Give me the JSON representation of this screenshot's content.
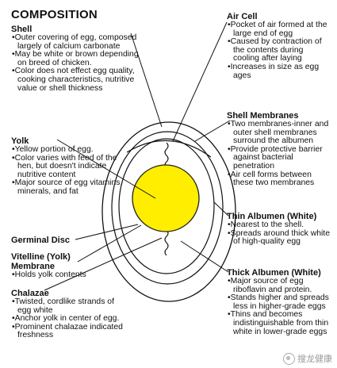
{
  "title": "COMPOSITION",
  "shell": {
    "heading": "Shell",
    "bullets": [
      "Outer covering of egg, composed largely of calcium carbonate",
      "May be white or brown depending on breed of chicken.",
      "Color does not effect egg quality, cooking characteristics, nutritive value or shell thickness"
    ]
  },
  "air_cell": {
    "heading": "Air Cell",
    "bullets": [
      "Pocket of air formed at the large end of egg",
      "Caused by contraction of the contents during cooling after laying",
      "Increases in size as egg ages"
    ]
  },
  "shell_membranes": {
    "heading": "Shell Membranes",
    "bullets": [
      "Two membranes-inner and outer shell membranes surround the albumen",
      "Provide protective barrier against bacterial penetration",
      "Air cell forms between these two membranes"
    ]
  },
  "yolk": {
    "heading": "Yolk",
    "bullets": [
      "Yellow portion of egg.",
      "Color varies with feed of the hen, but doesn't indicate nutritive content",
      "Major source of egg vitamins, minerals, and fat"
    ]
  },
  "thin_albumen": {
    "heading": "Thin Albumen (White)",
    "bullets": [
      "Nearest to the shell.",
      "Spreads around thick white of high-quality egg"
    ]
  },
  "germinal_disc": {
    "heading": "Germinal Disc"
  },
  "vitelline": {
    "heading": "Vitelline (Yolk) Membrane",
    "bullets": [
      "Holds yolk contents"
    ]
  },
  "thick_albumen": {
    "heading": "Thick Albumen (White)",
    "bullets": [
      "Major source of egg riboflavin and protein.",
      "Stands higher and spreads less in higher-grade eggs",
      "Thins and becomes indistinguishable from thin white in lower-grade eggs"
    ]
  },
  "chalazae": {
    "heading": "Chalazae",
    "bullets": [
      "Twisted, cordlike strands of egg white",
      "Anchor yolk in center of egg.",
      "Prominent chalazae indicated freshness"
    ]
  },
  "colors": {
    "yolk_fill": "#ffee00",
    "yolk_stroke": "#222222",
    "line": "#111111"
  },
  "watermark": "搜龙健康"
}
